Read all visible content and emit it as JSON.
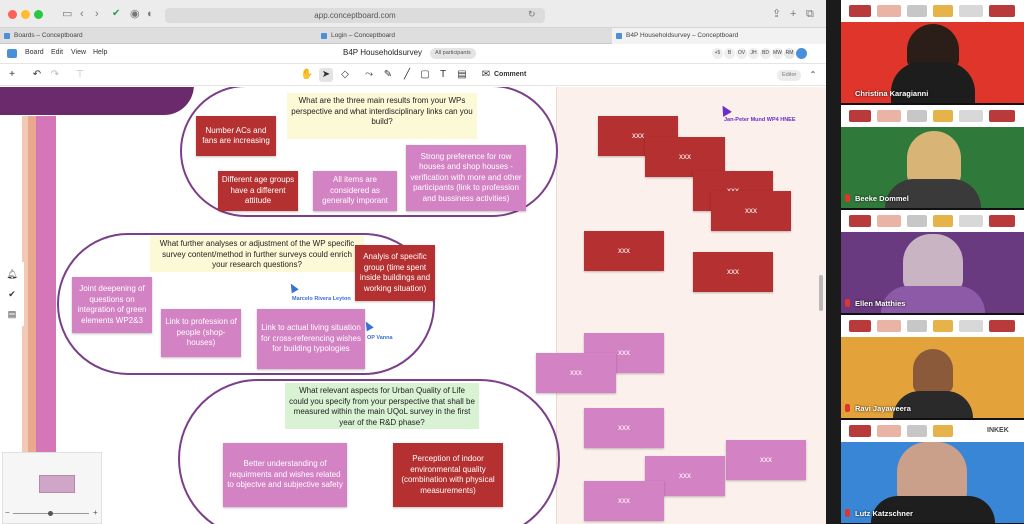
{
  "browser": {
    "url": "app.conceptboard.com",
    "tabs": [
      {
        "label": "Boards – Conceptboard",
        "active": false
      },
      {
        "label": "Login – Conceptboard",
        "active": false
      },
      {
        "label": "B4P Householdsurvey – Conceptboard",
        "active": true
      }
    ]
  },
  "app": {
    "menu": [
      "Board",
      "Edit",
      "View",
      "Help"
    ],
    "title": "B4P Householdsurvey",
    "participants_pill": "All participants",
    "avatars": [
      "+5",
      "B",
      "OV",
      "JH",
      "BD",
      "MW",
      "RM"
    ],
    "toolbar": {
      "comment_label": "Comment",
      "mode_label": "Editor"
    }
  },
  "board": {
    "section1": {
      "prompt": "What are the three main results from your WPs perspective and what interdisciplinary links can you build?",
      "notes": [
        "Number ACs and fans are increasing",
        "Different age groups have a different attitude",
        "All items are considered as generally imporant",
        "Strong preference for row houses and shop houses - verification with more and other participants (link to profession and bussiness activities)"
      ]
    },
    "section2": {
      "prompt": "What further analyses or adjustment of the WP specific survey content/method in further surveys could enrich your research questions?",
      "notes": [
        "Analyis of specific group (time spent inside buildings and working situation)",
        "Joint deepening of questions on integration of green elements WP2&3",
        "Link to profession of people (shop-houses)",
        "Link to actual living situation for cross-referencing wishes for building typologies"
      ]
    },
    "section3": {
      "prompt": "What relevant aspects for Urban Quality of Life could you specify from your perspective that shall be measured within the main UQoL survey in the first year of the R&D phase?",
      "notes": [
        "Better understanding of requirments and wishes related to objectve and subjective safety",
        "Perception of indoor environmental quality (combination with physical measurements)"
      ]
    },
    "placeholder_label": "xxx",
    "cursors": [
      {
        "name": "Jan-Peter Mund WP4 HNEE",
        "color": "#6a2fc6"
      },
      {
        "name": "Marcelo Rivera Leyton",
        "color": "#3a6fd6"
      },
      {
        "name": "OP Vanna",
        "color": "#3a6fd6"
      }
    ],
    "colors": {
      "oval": "#7b3f8a",
      "red_note": "#b53030",
      "pink_note": "#d382c4",
      "yellow_prompt": "#fbf9d6",
      "green_prompt": "#d9f2d4"
    }
  },
  "video": {
    "participants": [
      {
        "name": "Christina Karagianni",
        "bg": "#e0352b"
      },
      {
        "name": "Beeke Dommel",
        "bg": "#2f7a3a"
      },
      {
        "name": "Ellen Matthies",
        "bg": "#6a3a80"
      },
      {
        "name": "Ravi Jayaweera",
        "bg": "#e3a33a"
      },
      {
        "name": "Lutz Katzschner",
        "bg": "#3a86d6"
      }
    ],
    "header_texts": [
      "INKEK"
    ]
  }
}
